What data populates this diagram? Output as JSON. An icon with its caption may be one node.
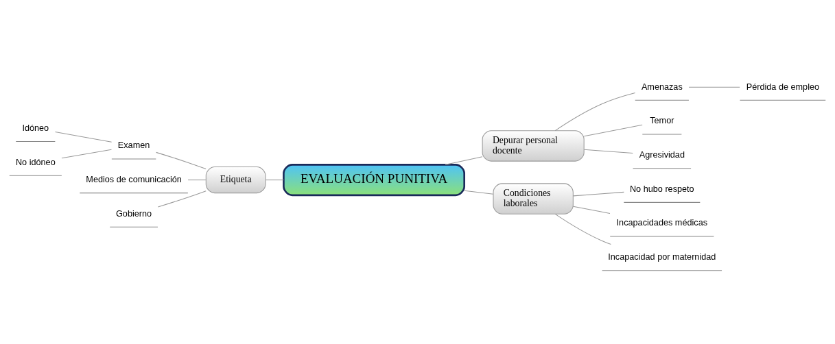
{
  "diagram": {
    "nodes": [
      {
        "text": [
          "EVALUACIÓN PUNITIVA"
        ]
      },
      {
        "text": [
          "Etiqueta"
        ]
      },
      {
        "text": [
          "Examen"
        ]
      },
      {
        "text": [
          "Idóneo"
        ]
      },
      {
        "text": [
          "No idóneo"
        ]
      },
      {
        "text": [
          "Medios de comunicación"
        ]
      },
      {
        "text": [
          "Gobierno"
        ]
      },
      {
        "text": [
          "Depurar personal docente"
        ]
      },
      {
        "text": [
          "Amenazas"
        ]
      },
      {
        "text": [
          "Pérdida de empleo"
        ]
      },
      {
        "text": [
          "Temor"
        ]
      },
      {
        "text": [
          "Agresividad"
        ]
      },
      {
        "text": [
          "Condiciones laborales"
        ]
      },
      {
        "text": [
          "No hubo respeto"
        ]
      },
      {
        "text": [
          "Incapacidades médicas"
        ]
      },
      {
        "text": [
          "Incapacidad por maternidad"
        ]
      }
    ],
    "edges": [
      {
        "from": 3,
        "to": 2,
        "arrow": "none"
      },
      {
        "from": 4,
        "to": 2,
        "arrow": "none"
      },
      {
        "from": 2,
        "to": 1,
        "arrow": "none"
      },
      {
        "from": 5,
        "to": 1,
        "arrow": "none"
      },
      {
        "from": 6,
        "to": 1,
        "arrow": "none"
      },
      {
        "from": 1,
        "to": 0,
        "arrow": "none"
      },
      {
        "from": 0,
        "to": 7,
        "arrow": "none"
      },
      {
        "from": 7,
        "to": 8,
        "arrow": "none"
      },
      {
        "from": 8,
        "to": 9,
        "arrow": "none"
      },
      {
        "from": 7,
        "to": 10,
        "arrow": "none"
      },
      {
        "from": 7,
        "to": 11,
        "arrow": "none"
      },
      {
        "from": 0,
        "to": 12,
        "arrow": "none"
      },
      {
        "from": 12,
        "to": 13,
        "arrow": "none"
      },
      {
        "from": 12,
        "to": 14,
        "arrow": "none"
      },
      {
        "from": 12,
        "to": 15,
        "arrow": "none"
      }
    ]
  }
}
